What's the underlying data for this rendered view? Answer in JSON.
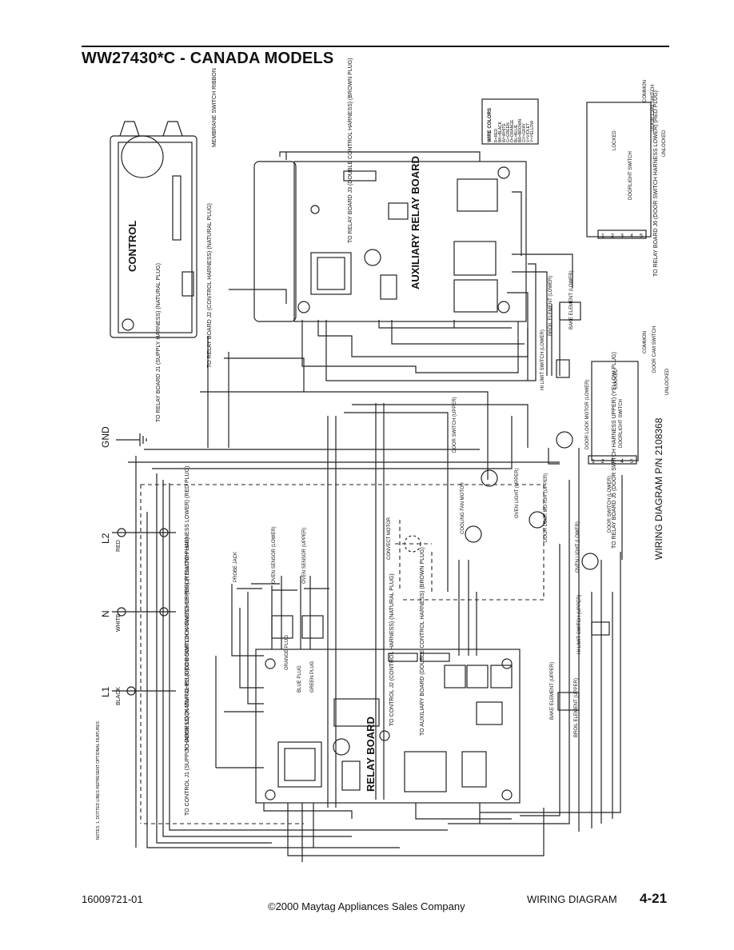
{
  "title": "WW27430*C - CANADA MODELS",
  "diagram": {
    "wiring_diagram_label": "WIRING DIAGRAM P/N 2108368",
    "boards": {
      "control": "CONTROL",
      "auxiliary": "AUXILIARY RELAY BOARD",
      "relay": "RELAY BOARD"
    },
    "labels": {
      "membrane": "MEMBRANE SWITCH RIBBON",
      "to_relay_j2": "TO RELAY BOARD J2 (CONTROL HARNESS) (NATURAL PLUG)",
      "to_relay_j1": "TO RELAY BOARD J1 (SUPPLY HARNESS) (NATURAL PLUG)",
      "to_relay_j3": "TO RELAY BOARD J3 (DOUBLE CONTROL HARNESS) (BROWN PLUG)",
      "gnd": "GND",
      "l2": "L2",
      "n": "N",
      "l1": "L1",
      "red": "RED",
      "white": "WHITE",
      "black": "BLACK",
      "notes": "NOTES: 1. DOTTED LINES REPRESENT OPTIONAL FEATURES",
      "to_control_j1": "TO CONTROL J1 (SUPPLY HARNESS) (NATURAL PLUG)",
      "to_door_upper": "TO DOOR LOCK SWITCHES (DOOR SWITCH HARNESS UPPER) (YELLOW PLUG)",
      "to_door_lower": "TO DOOR LOCK SWITCHES (DOOR SWITCH HARNESS LOWER) (RED PLUG)",
      "to_control_j2": "TO CONTROL J2 (CONTROL HARNESS) (NATURAL PLUG)",
      "to_aux_board": "TO AUXILIARY BOARD (DOUBLE CONTROL HARNESS) (BROWN PLUG)",
      "probe_jack": "PROBE JACK",
      "oven_sensor_lower": "OVEN SENSOR (LOWER)",
      "oven_sensor_upper": "OVEN SENSOR (UPPER)",
      "orange_plug": "ORANGE PLUG",
      "blue_plug": "BLUE PLUG",
      "green_plug": "GREEN PLUG",
      "convect_motor": "CONVECT MOTOR",
      "cooling_fan": "COOLING FAN MOTOR",
      "oven_light_upper": "OVEN LIGHT (UPPER)",
      "door_lock_motor_upper": "DOOR LOCK MOTOR (UPPER)",
      "door_lock_motor_lower": "DOOR LOCK MOTOR (LOWER)",
      "door_switch_upper": "DOOR SWITCH (UPPER)",
      "door_switch_lower": "DOOR SWITCH (LOWER)",
      "oven_light_lower": "OVEN LIGHT (LOWER)",
      "hi_limit_upper": "HI LIMIT SWITCH (UPPER)",
      "hi_limit_lower": "HI LIMIT SWITCH (LOWER)",
      "bake_upper": "BAKE ELEMENT (UPPER)",
      "broil_upper": "BROIL ELEMENT (UPPER)",
      "bake_lower": "BAKE ELEMENT (LOWER)",
      "broil_lower": "BROIL ELEMENT (LOWER)",
      "to_relay_j5": "TO RELAY BOARD J5 (DOOR SWITCH HARNESS UPPER) (YELLOW PLUG)",
      "to_relay_j6": "TO RELAY BOARD J6 (DOOR SWITCH HARNESS LOWER) (RED PLUG)",
      "locked": "LOCKED",
      "unlocked": "UNLOCKED",
      "door_cam": "DOOR CAM SWITCH",
      "common": "COMMON",
      "doorlight_switch": "DOORLIGHT SWITCH"
    },
    "wire_colors_title": "WIRE COLORS",
    "wire_colors": [
      "R=RED",
      "BK=BLACK",
      "W=WHITE",
      "G=GREEN",
      "O=ORANGE",
      "BL=BLUE",
      "BR=BROWN",
      "GY=GRAY",
      "V=VIOLET",
      "Y=YELLOW"
    ],
    "pins": [
      "1",
      "2",
      "3",
      "4",
      "5"
    ]
  },
  "footer": {
    "part_number": "16009721-01",
    "copyright": "©2000 Maytag Appliances Sales Company",
    "section": "WIRING DIAGRAM",
    "page": "4-21"
  }
}
